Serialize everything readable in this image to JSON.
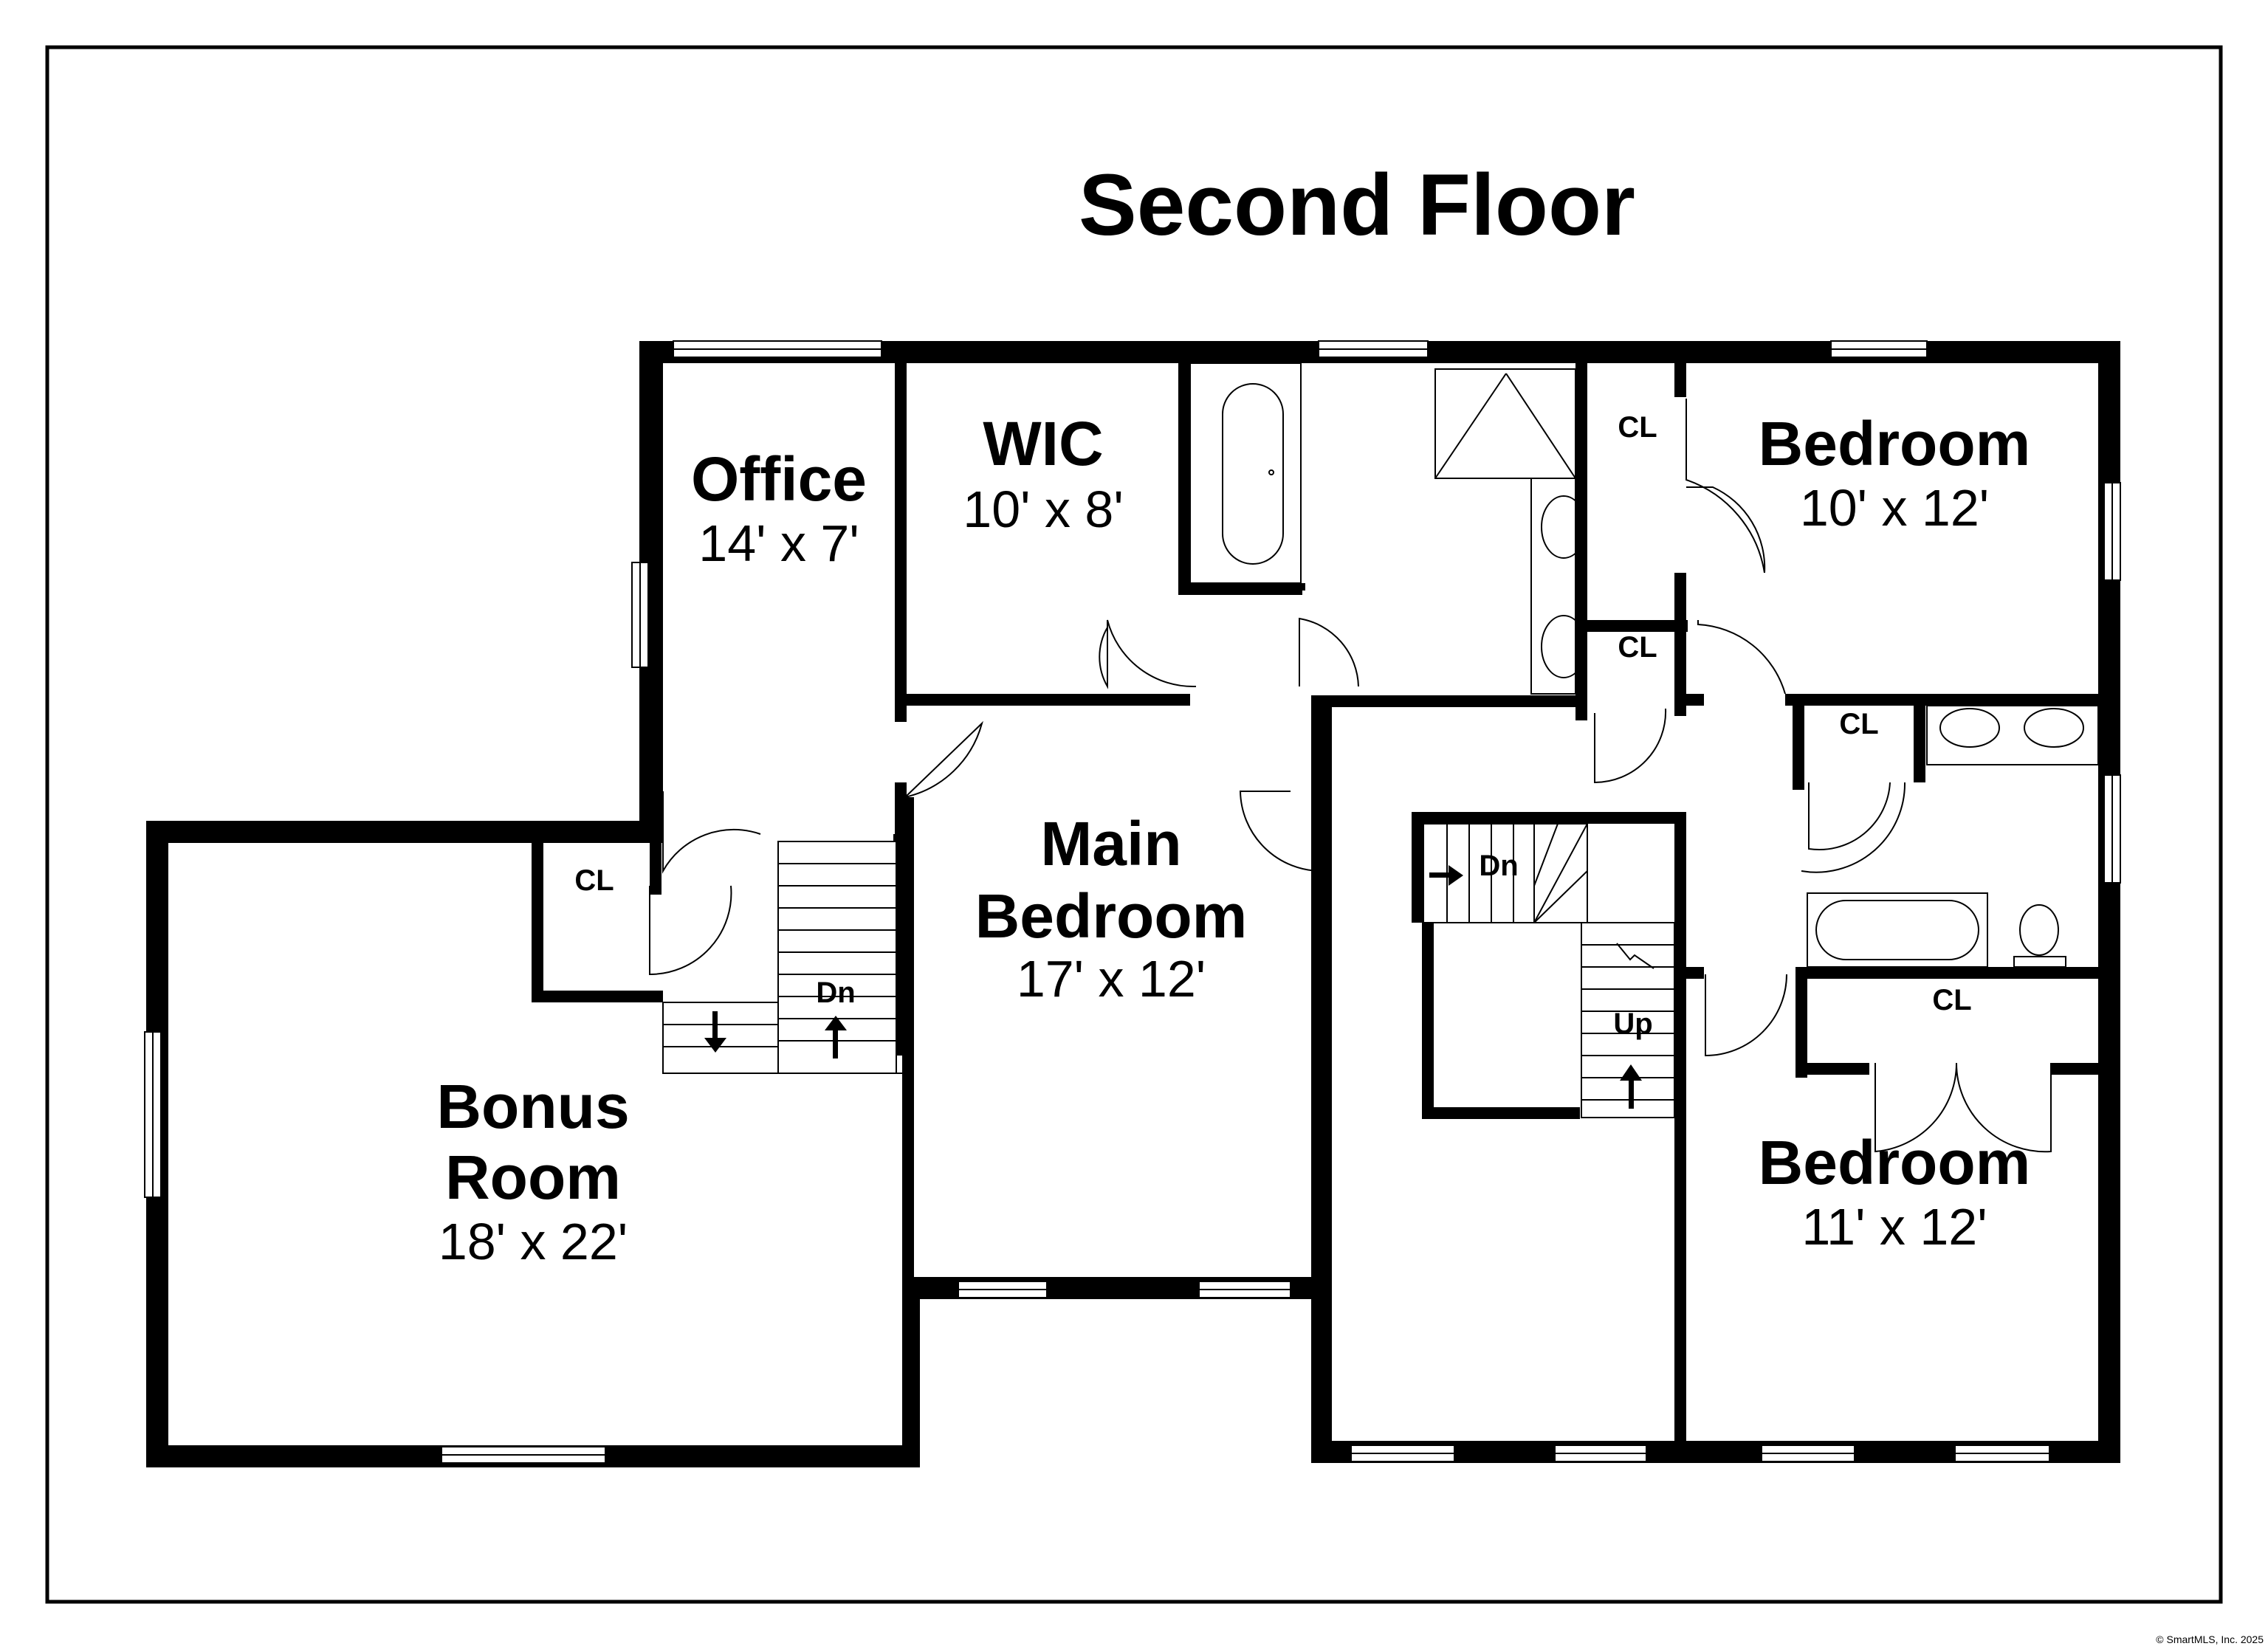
{
  "title": "Second Floor",
  "rooms": {
    "office": {
      "name": "Office",
      "dims": "14' x 7'"
    },
    "wic": {
      "name": "WIC",
      "dims": "10' x 8'"
    },
    "bedroom_ne": {
      "name": "Bedroom",
      "dims": "10' x 12'"
    },
    "main_bedroom": {
      "name_line1": "Main",
      "name_line2": "Bedroom",
      "dims": "17' x 12'"
    },
    "bonus_room": {
      "name_line1": "Bonus",
      "name_line2": "Room",
      "dims": "18' x 22'"
    },
    "bedroom_se": {
      "name": "Bedroom",
      "dims": "11' x 12'"
    }
  },
  "closet_label": "CL",
  "stairs": {
    "down": "Dn",
    "up": "Up"
  },
  "copyright": "© SmartMLS, Inc. 2025"
}
